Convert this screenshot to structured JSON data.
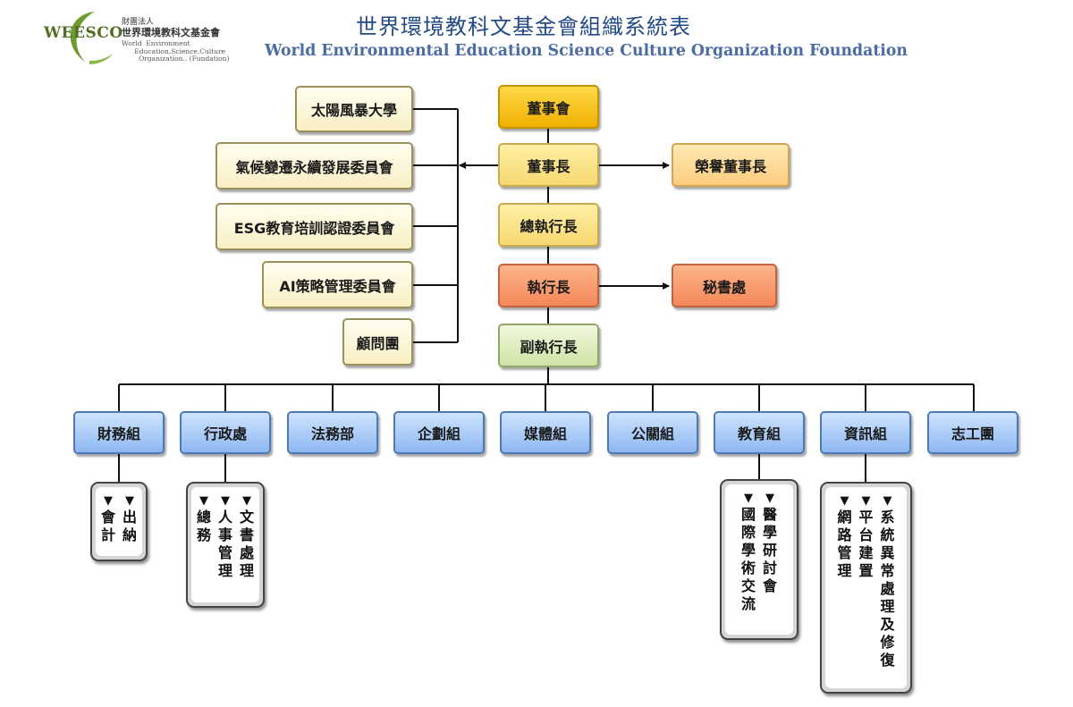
{
  "logo": {
    "wordmark": "WEESCO",
    "cn_line1": "財團法人",
    "cn_line2": "世界環境教科文基金會",
    "en_lines": "World  Environment\n      Education,Science,Culture\n        Organization.. (Fundation)"
  },
  "title": {
    "cn": "世界環境教科文基金會組織系統表",
    "en": "World Environmental Education Science Culture Organization Foundation"
  },
  "left_units": [
    "太陽風暴大學",
    "氣候變遷永續發展委員會",
    "ESG教育培訓認證委員會",
    "AI策略管理委員會",
    "顧問團"
  ],
  "center": {
    "board": "董事會",
    "chairman": "董事長",
    "ceo_general": "總執行長",
    "ceo": "執行長",
    "deputy_ceo": "副執行長"
  },
  "right_units": {
    "honorary_chairman": "榮譽董事長",
    "secretariat": "秘書處"
  },
  "departments": [
    "財務組",
    "行政處",
    "法務部",
    "企劃組",
    "媒體組",
    "公關組",
    "教育組",
    "資訊組",
    "志工團"
  ],
  "sub_units": {
    "finance": [
      "出納",
      "會計"
    ],
    "admin": [
      "文書處理",
      "人事管理",
      "總務"
    ],
    "education": [
      "醫學研討會",
      "國際學術交流"
    ],
    "it": [
      "系統異常處理及修復",
      "平台建置",
      "網路管理"
    ]
  },
  "marker": "▼",
  "colors": {
    "title_cn": "#234a86",
    "title_en": "#4a6ca3",
    "board": "#f0b000",
    "ceo": "#f4885a",
    "deputy": "#cfe3a5",
    "department": "#8db7f0",
    "committee": "#f9efc4"
  }
}
